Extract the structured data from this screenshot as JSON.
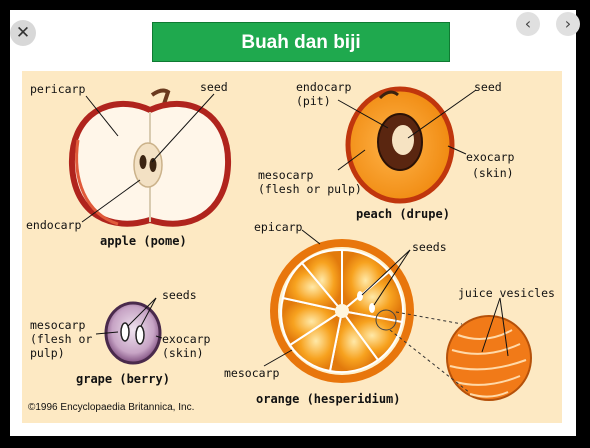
{
  "title": "Buah dan biji",
  "icons": {
    "close": "close-icon",
    "prev": "chevron-left-icon",
    "next": "chevron-right-icon"
  },
  "labels": {
    "apple": {
      "pericarp": "pericarp",
      "seed": "seed",
      "endocarp": "endocarp",
      "caption": "apple (pome)"
    },
    "peach": {
      "endocarp_line1": "endocarp",
      "endocarp_line2": "(pit)",
      "seed": "seed",
      "mesocarp_line1": "mesocarp",
      "mesocarp_line2": "(flesh or pulp)",
      "exocarp_line1": "exocarp",
      "exocarp_line2": "(skin)",
      "caption": "peach (drupe)"
    },
    "grape": {
      "seeds": "seeds",
      "mesocarp_line1": "mesocarp",
      "mesocarp_line2": "(flesh or",
      "mesocarp_line3": "pulp)",
      "exocarp_line1": "exocarp",
      "exocarp_line2": "(skin)",
      "caption": "grape (berry)"
    },
    "orange": {
      "epicarp": "epicarp",
      "seeds": "seeds",
      "juice_vesicles": "juice vesicles",
      "mesocarp": "mesocarp",
      "caption": "orange (hesperidium)"
    }
  },
  "copyright": "©1996 Encyclopaedia Britannica, Inc.",
  "colors": {
    "title_bg": "#1fa94e",
    "card_bg": "#fde9c3",
    "orange": "#f39a1c",
    "apple_skin": "#c8372d"
  }
}
